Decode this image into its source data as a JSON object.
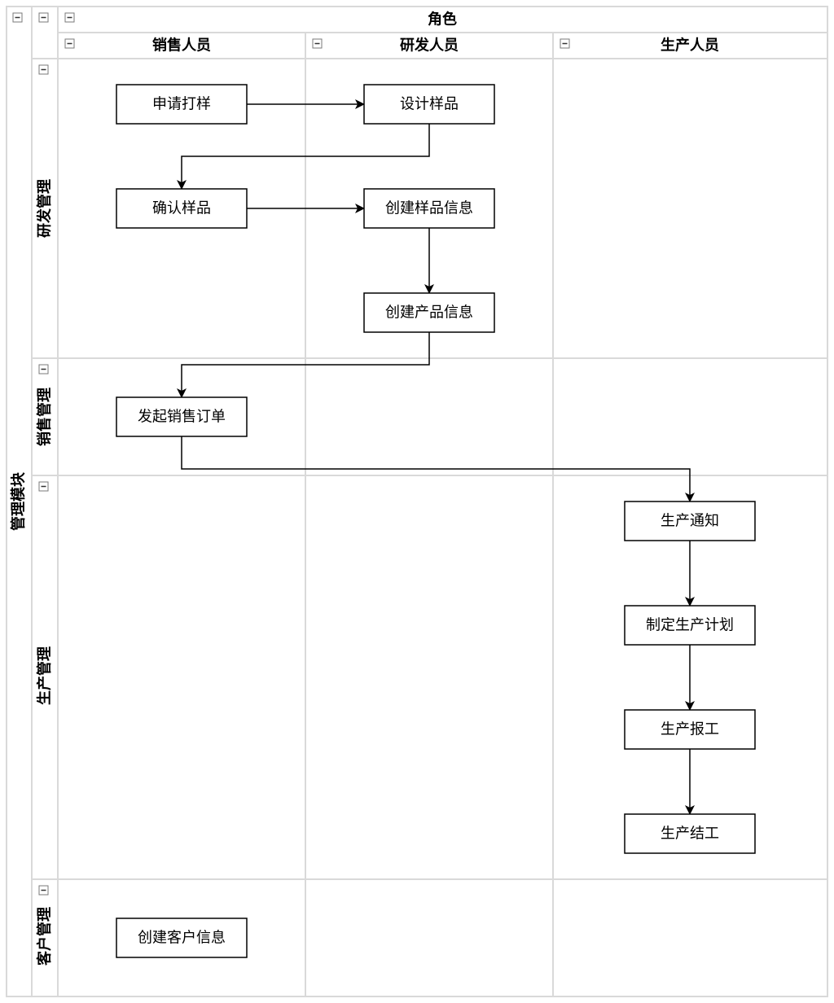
{
  "pool": {
    "title": "管理模块",
    "column_group": "角色"
  },
  "lanes": [
    {
      "id": "rd",
      "label": "研发管理"
    },
    {
      "id": "sales",
      "label": "销售管理"
    },
    {
      "id": "prod",
      "label": "生产管理"
    },
    {
      "id": "cust",
      "label": "客户管理"
    }
  ],
  "columns": [
    {
      "id": "sales_staff",
      "label": "销售人员"
    },
    {
      "id": "rd_staff",
      "label": "研发人员"
    },
    {
      "id": "prod_staff",
      "label": "生产人员"
    }
  ],
  "nodes": [
    {
      "id": "n1",
      "label": "申请打样"
    },
    {
      "id": "n2",
      "label": "设计样品"
    },
    {
      "id": "n3",
      "label": "确认样品"
    },
    {
      "id": "n4",
      "label": "创建样品信息"
    },
    {
      "id": "n5",
      "label": "创建产品信息"
    },
    {
      "id": "n6",
      "label": "发起销售订单"
    },
    {
      "id": "n7",
      "label": "生产通知"
    },
    {
      "id": "n8",
      "label": "制定生产计划"
    },
    {
      "id": "n9",
      "label": "生产报工"
    },
    {
      "id": "n10",
      "label": "生产结工"
    },
    {
      "id": "n11",
      "label": "创建客户信息"
    }
  ],
  "edges": [
    {
      "from": "n1",
      "to": "n2"
    },
    {
      "from": "n2",
      "to": "n3"
    },
    {
      "from": "n3",
      "to": "n4"
    },
    {
      "from": "n4",
      "to": "n5"
    },
    {
      "from": "n5",
      "to": "n6"
    },
    {
      "from": "n6",
      "to": "n7"
    },
    {
      "from": "n7",
      "to": "n8"
    },
    {
      "from": "n8",
      "to": "n9"
    },
    {
      "from": "n9",
      "to": "n10"
    }
  ],
  "icons": {
    "collapse": "collapse-minus-icon"
  }
}
